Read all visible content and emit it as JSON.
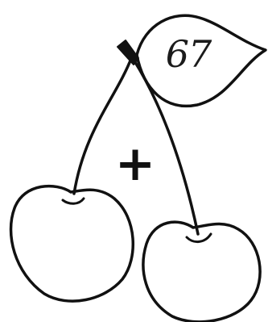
{
  "leaf": {
    "number": "67"
  },
  "operator": {
    "symbol": "+"
  },
  "cherries": [
    {
      "id": "left",
      "value": ""
    },
    {
      "id": "right",
      "value": ""
    }
  ]
}
